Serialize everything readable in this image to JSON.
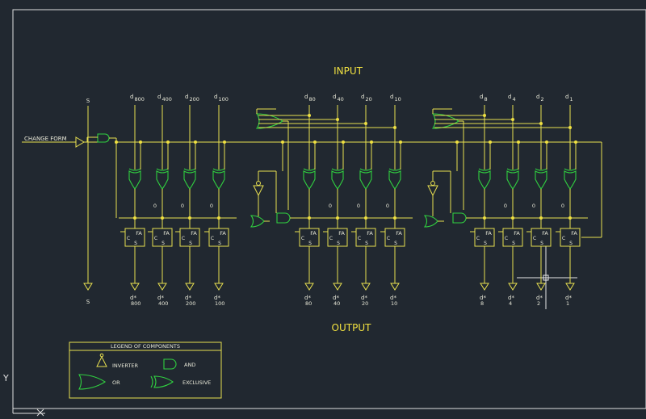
{
  "titles": {
    "input": "INPUT",
    "output": "OUTPUT"
  },
  "signals": {
    "change_form": "CHANGE FORM",
    "s_in": "S",
    "s_out": "S",
    "carry_zero": "0"
  },
  "inputs": [
    {
      "sym": "d",
      "sub": "800"
    },
    {
      "sym": "d",
      "sub": "400"
    },
    {
      "sym": "d",
      "sub": "200"
    },
    {
      "sym": "d",
      "sub": "100"
    },
    {
      "sym": "d",
      "sub": "80"
    },
    {
      "sym": "d",
      "sub": "40"
    },
    {
      "sym": "d",
      "sub": "20"
    },
    {
      "sym": "d",
      "sub": "10"
    },
    {
      "sym": "d",
      "sub": "8"
    },
    {
      "sym": "d",
      "sub": "4"
    },
    {
      "sym": "d",
      "sub": "2"
    },
    {
      "sym": "d",
      "sub": "1"
    }
  ],
  "outputs": [
    {
      "sym": "d*",
      "sub": "800"
    },
    {
      "sym": "d*",
      "sub": "400"
    },
    {
      "sym": "d*",
      "sub": "200"
    },
    {
      "sym": "d*",
      "sub": "100"
    },
    {
      "sym": "d*",
      "sub": "80"
    },
    {
      "sym": "d*",
      "sub": "40"
    },
    {
      "sym": "d*",
      "sub": "20"
    },
    {
      "sym": "d*",
      "sub": "10"
    },
    {
      "sym": "d*",
      "sub": "8"
    },
    {
      "sym": "d*",
      "sub": "4"
    },
    {
      "sym": "d*",
      "sub": "2"
    },
    {
      "sym": "d*",
      "sub": "1"
    }
  ],
  "adder": {
    "name": "FA",
    "carry": "C",
    "sum": "S"
  },
  "legend": {
    "title": "LEGEND OF COMPONENTS",
    "items": [
      {
        "icon": "inverter-icon",
        "label": "INVERTER"
      },
      {
        "icon": "and-gate-icon",
        "label": "AND"
      },
      {
        "icon": "or-gate-icon",
        "label": "OR"
      },
      {
        "icon": "xor-gate-icon",
        "label": "EXCLUSIVE"
      }
    ]
  },
  "ucs": {
    "axis": "Y"
  },
  "colors": {
    "background": "#212830",
    "wire": "#e8e050",
    "gate": "#30d040",
    "text": "#e8e8d8",
    "title": "#f0e040"
  }
}
